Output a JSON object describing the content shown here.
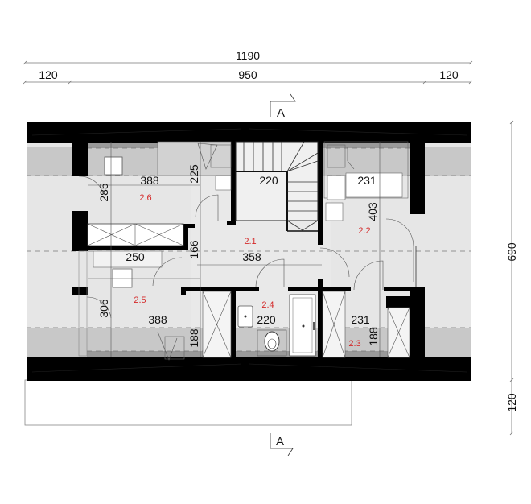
{
  "drawing": {
    "type": "attic floor plan",
    "colors": {
      "wall": "#000000",
      "floor_full_height": "#e6e6e6",
      "floor_low_height": "#c8c8c8",
      "floor_eaves": "#9a9a9a",
      "room_number": "#d42a2a",
      "dimension_text": "#111111"
    }
  },
  "dimensions": {
    "overall_width": "1190",
    "left_overhang": "120",
    "inner_width": "950",
    "right_overhang": "120",
    "overall_depth": "690",
    "bottom_overhang": "120"
  },
  "section_markers": {
    "top": "A",
    "bottom": "A"
  },
  "rooms": [
    {
      "id": "2.1",
      "label": "2.1",
      "dims": [
        "358",
        "166"
      ]
    },
    {
      "id": "2.2",
      "label": "2.2",
      "dims": [
        "231",
        "403"
      ]
    },
    {
      "id": "2.3",
      "label": "2.3",
      "dims": [
        "231",
        "188"
      ]
    },
    {
      "id": "2.4",
      "label": "2.4",
      "dims": [
        "220"
      ]
    },
    {
      "id": "2.5",
      "label": "2.5",
      "dims": [
        "388",
        "306",
        "188",
        "250"
      ]
    },
    {
      "id": "2.6",
      "label": "2.6",
      "dims": [
        "388",
        "285",
        "225"
      ]
    }
  ],
  "interior_dims": {
    "r26_width": "388",
    "r26_depth": "285",
    "r26_side": "225",
    "stair_width": "220",
    "r22_width": "231",
    "r22_depth": "403",
    "corridor_width": "358",
    "corridor_depth": "166",
    "wardrobe_width": "250",
    "r25_depth": "306",
    "r25_width": "388",
    "r25_low": "188",
    "r24_width": "220",
    "r23_width": "231",
    "r23_low": "188"
  }
}
